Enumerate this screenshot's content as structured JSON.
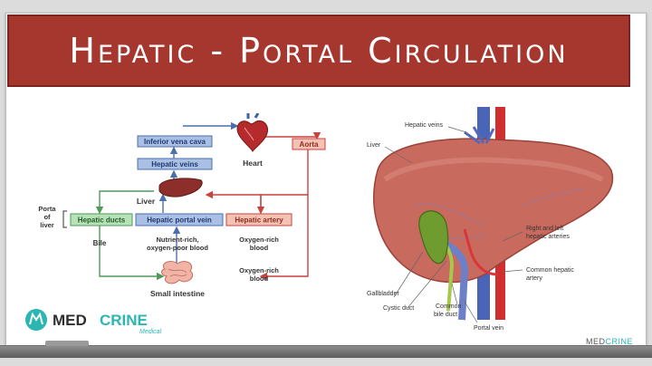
{
  "title": "Hepatic - Portal Circulation",
  "flow_diagram": {
    "inferior_vena_cava": "Inferior vena cava",
    "hepatic_veins": "Hepatic veins",
    "heart": "Heart",
    "aorta": "Aorta",
    "liver": "Liver",
    "porta_of_liver": [
      "Porta",
      "of",
      "liver"
    ],
    "hepatic_ducts": "Hepatic ducts",
    "hepatic_portal_vein": "Hepatic portal vein",
    "hepatic_artery": "Hepatic artery",
    "bile": "Bile",
    "nutrient_rich": [
      "Nutrient-rich,",
      "oxygen-poor blood"
    ],
    "oxygen_rich_1": [
      "Oxygen-rich",
      "blood"
    ],
    "oxygen_rich_2": [
      "Oxygen-rich",
      "blood"
    ],
    "small_intestine": "Small intestine"
  },
  "anatomy": {
    "hepatic_veins": "Hepatic veins",
    "liver": "Liver",
    "right_left_arteries": [
      "Right and left",
      "hepatic arteries"
    ],
    "common_hepatic_artery": [
      "Common hepatic",
      "artery"
    ],
    "gallbladder": "Gallbladder",
    "cystic_duct": "Cystic duct",
    "common_bile_duct": [
      "Common",
      "bile duct"
    ],
    "portal_vein": "Portal vein"
  },
  "logo": {
    "brand_a": "MED",
    "brand_b": "CRINE",
    "tagline": "Medical",
    "small_a": "MED",
    "small_b": "CRINE"
  },
  "colors": {
    "title_bg": "#a5372f",
    "vein_box": "#a9bfe3",
    "duct_box": "#b7e1b6",
    "artery_box": "#f4c2b5",
    "brand_teal": "#2bb6b1"
  }
}
